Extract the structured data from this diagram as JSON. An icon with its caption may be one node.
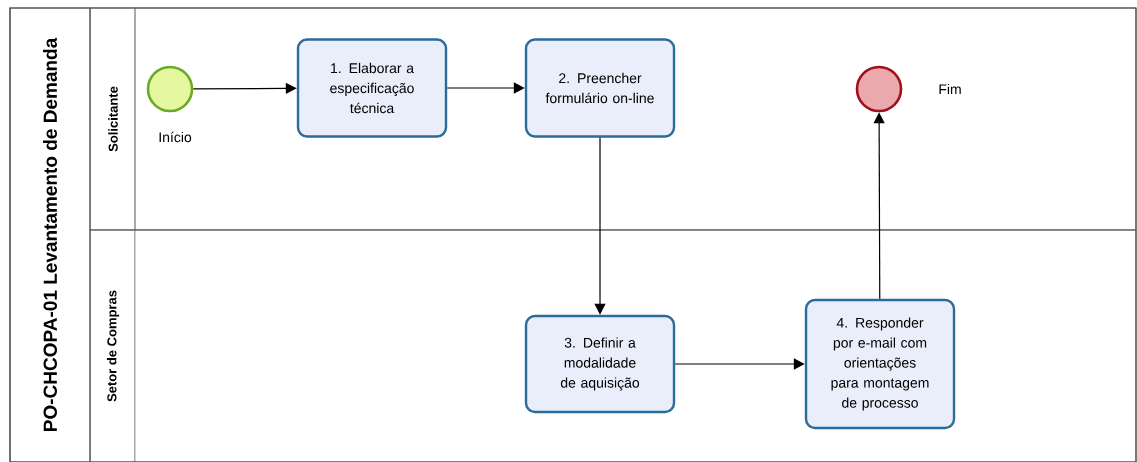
{
  "diagram": {
    "nodes": [
      {
        "text": [
          "PO-CHCOPA-01 Levantamento de Demanda"
        ]
      },
      {
        "text": [
          "Solicitante"
        ],
        "in": 0
      },
      {
        "text": [
          "Setor de Compras"
        ],
        "in": 0
      },
      {
        "text": [],
        "shape": "circle",
        "beside": [
          "Início"
        ],
        "in": 1
      },
      {
        "text": [
          "1. Elaborar a especificação técnica"
        ],
        "in": 1
      },
      {
        "text": [
          "2. Preencher formulário on-line"
        ],
        "in": 1
      },
      {
        "text": [],
        "shape": "circle",
        "beside": [
          "Fim"
        ],
        "in": 1
      },
      {
        "text": [
          "3. Definir a modalidade de aquisição"
        ],
        "in": 2
      },
      {
        "text": [
          "4. Responder por e-mail com orientações para montagem de processo"
        ],
        "in": 2
      }
    ],
    "edges": [
      {
        "from": 3,
        "to": 4,
        "arrow": "to"
      },
      {
        "from": 4,
        "to": 5,
        "arrow": "to"
      },
      {
        "from": 5,
        "to": 7,
        "arrow": "to"
      },
      {
        "from": 7,
        "to": 8,
        "arrow": "to"
      },
      {
        "from": 8,
        "to": 6,
        "arrow": "to"
      }
    ]
  }
}
